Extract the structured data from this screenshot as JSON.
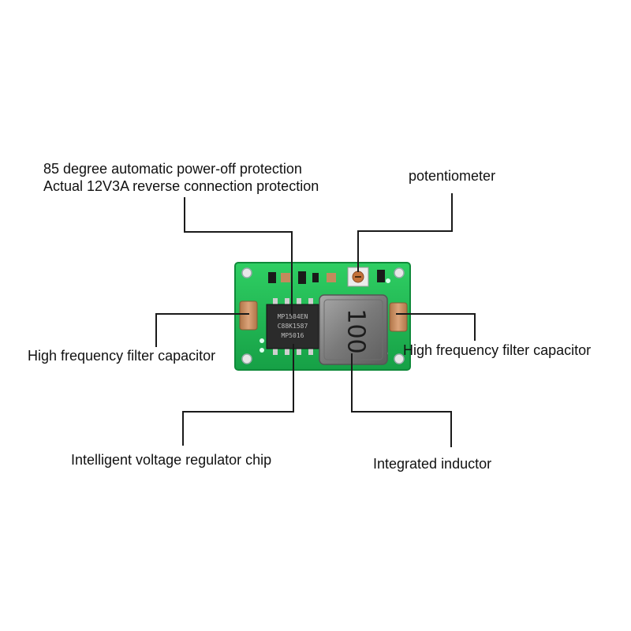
{
  "labels": {
    "protection_line1": "85 degree automatic power-off protection",
    "protection_line2": "Actual 12V3A reverse connection protection",
    "potentiometer": "potentiometer",
    "capacitor_left": "High frequency filter capacitor",
    "capacitor_right": "High frequency filter capacitor",
    "chip": "Intelligent voltage regulator chip",
    "inductor": "Integrated inductor"
  },
  "board": {
    "chip_marking_line1": "MP1584EN",
    "chip_marking_line2": "C88K1587",
    "chip_marking_line3": "MP5016",
    "inductor_marking": "100"
  },
  "colors": {
    "pcb": "#1fae4f",
    "leader": "#1a1a1a",
    "chip": "#2b2b2b",
    "inductor": "#8e8e8e",
    "capacitor": "#c98d5a"
  }
}
